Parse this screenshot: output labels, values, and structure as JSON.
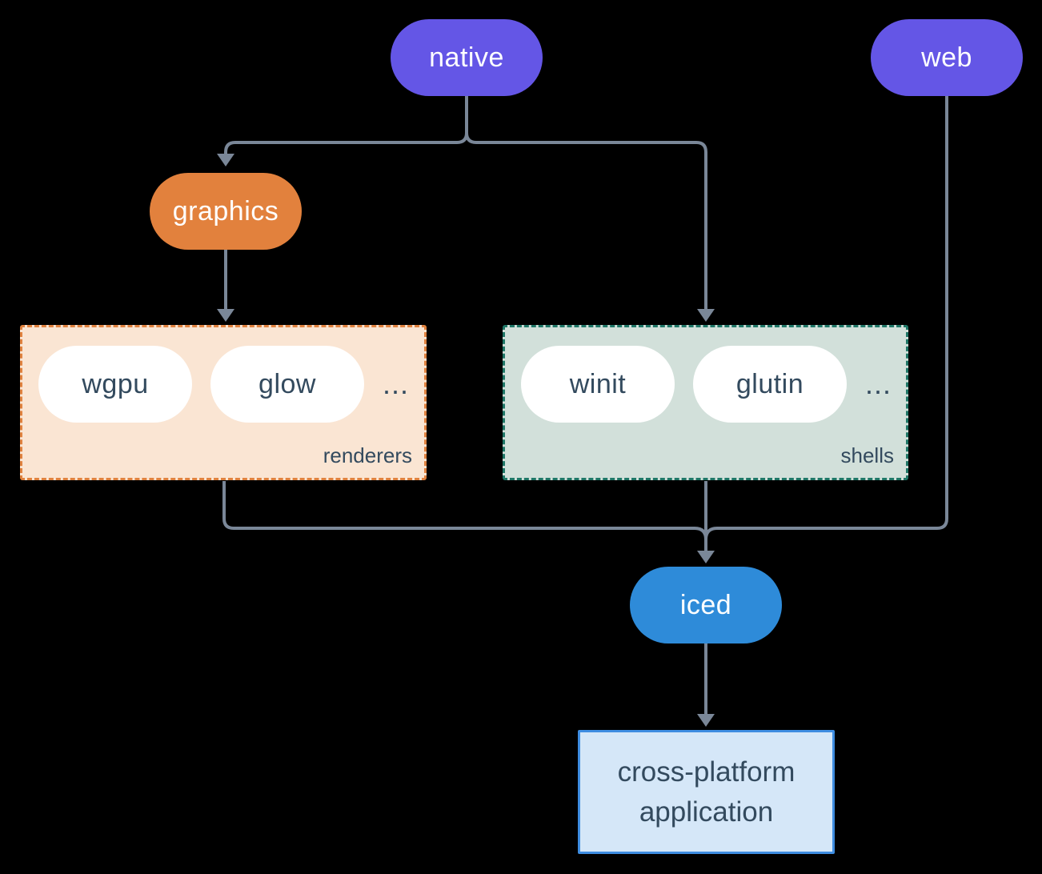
{
  "colors": {
    "background": "#000000",
    "connector": "#7a8798",
    "node_purple": "#6456e6",
    "node_orange": "#e2813d",
    "node_blue": "#2e8bd9",
    "node_text": "#ffffff",
    "white_pill_bg": "#ffffff",
    "dark_text": "#334a5e",
    "renderers_bg": "#fae5d3",
    "renderers_border": "#e0823f",
    "shells_bg": "#d2e0da",
    "shells_border": "#1f7767",
    "app_bg": "#d5e7f8",
    "app_border": "#3e8de1"
  },
  "nodes": {
    "native": {
      "label": "native"
    },
    "web": {
      "label": "web"
    },
    "graphics": {
      "label": "graphics"
    },
    "iced": {
      "label": "iced"
    },
    "application": {
      "label": "cross-platform application"
    }
  },
  "groups": {
    "renderers": {
      "label": "renderers",
      "items": [
        "wgpu",
        "glow"
      ],
      "ellipsis": "..."
    },
    "shells": {
      "label": "shells",
      "items": [
        "winit",
        "glutin"
      ],
      "ellipsis": "..."
    }
  }
}
